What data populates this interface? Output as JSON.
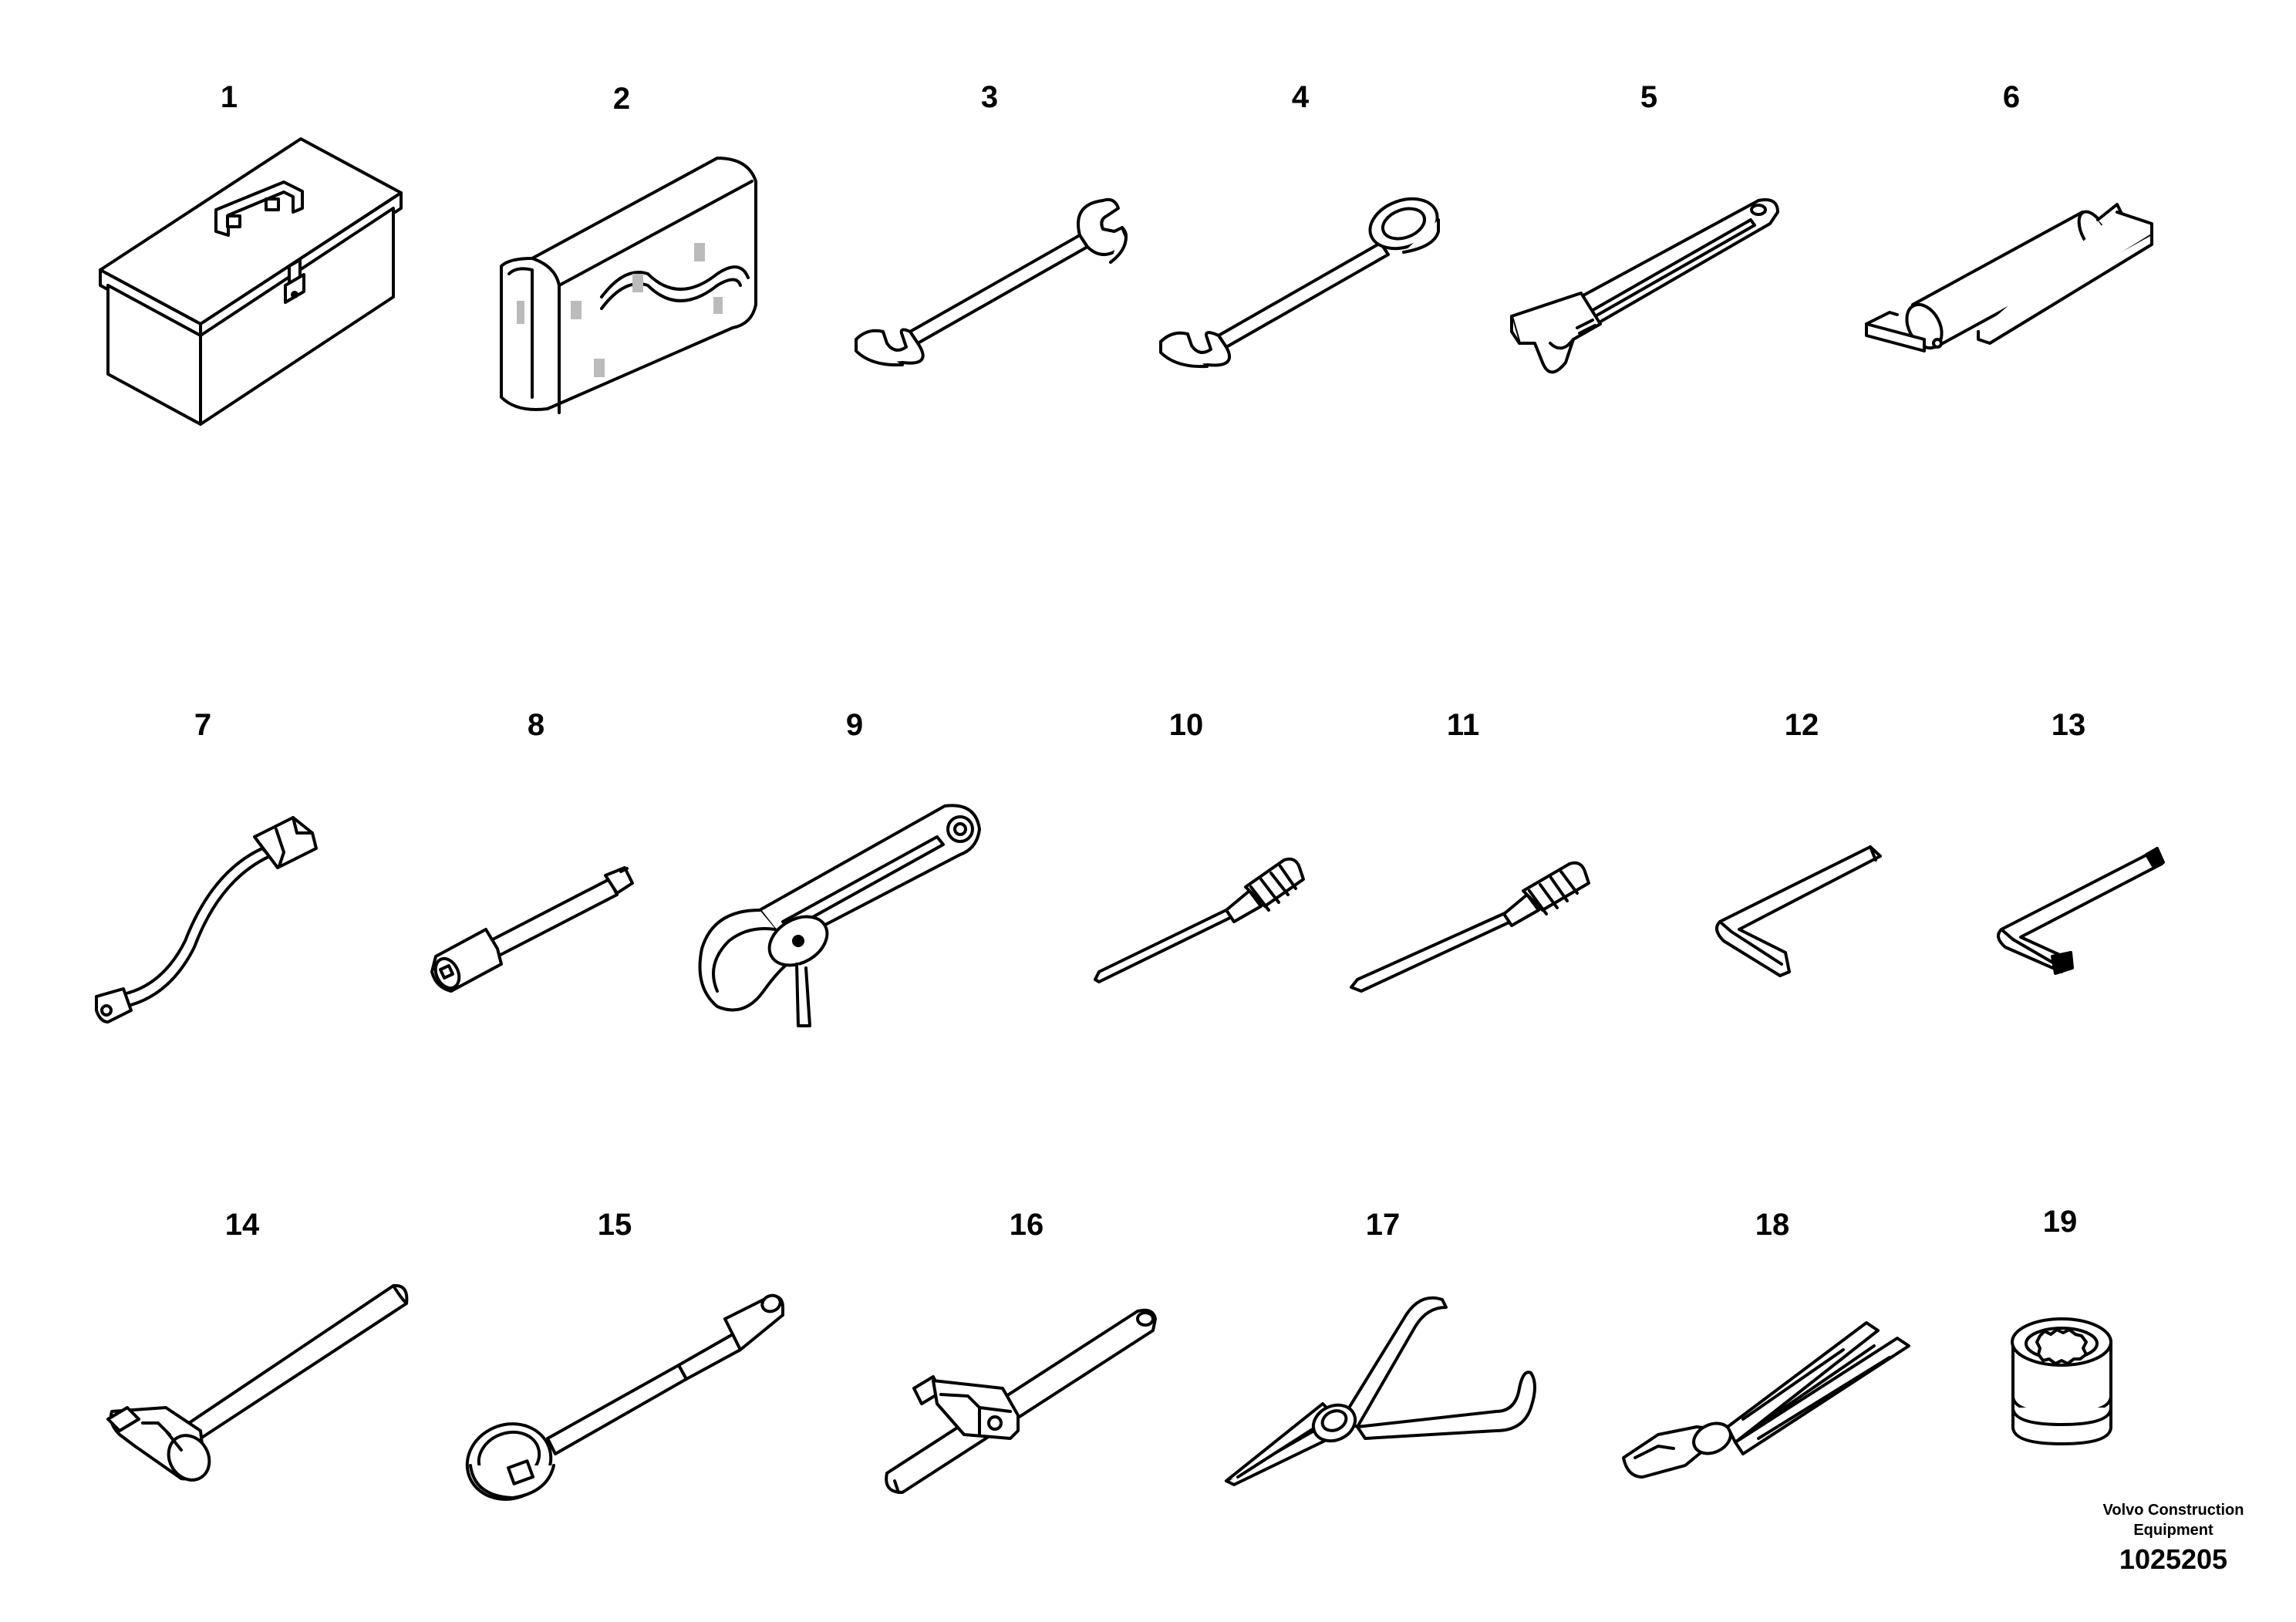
{
  "colors": {
    "line": "#000000",
    "background": "#ffffff"
  },
  "items": [
    {
      "number": "1",
      "icon": "toolbox-icon"
    },
    {
      "number": "2",
      "icon": "tool-bag-icon"
    },
    {
      "number": "3",
      "icon": "open-end-wrench-icon"
    },
    {
      "number": "4",
      "icon": "combination-wrench-icon"
    },
    {
      "number": "5",
      "icon": "adjustable-wrench-icon"
    },
    {
      "number": "6",
      "icon": "grease-gun-icon"
    },
    {
      "number": "7",
      "icon": "bent-socket-wrench-icon"
    },
    {
      "number": "8",
      "icon": "socket-extension-icon"
    },
    {
      "number": "9",
      "icon": "strap-wrench-icon"
    },
    {
      "number": "10",
      "icon": "phillips-screwdriver-icon"
    },
    {
      "number": "11",
      "icon": "flat-screwdriver-icon"
    },
    {
      "number": "12",
      "icon": "hex-key-icon"
    },
    {
      "number": "13",
      "icon": "torx-key-icon"
    },
    {
      "number": "14",
      "icon": "hammer-icon"
    },
    {
      "number": "15",
      "icon": "ratchet-handle-icon"
    },
    {
      "number": "16",
      "icon": "t-handle-icon"
    },
    {
      "number": "17",
      "icon": "needle-nose-pliers-icon"
    },
    {
      "number": "18",
      "icon": "slip-joint-pliers-icon"
    },
    {
      "number": "19",
      "icon": "socket-icon"
    }
  ],
  "brand": {
    "line1": "Volvo Construction",
    "line2": "Equipment"
  },
  "doc_number": "1025205"
}
